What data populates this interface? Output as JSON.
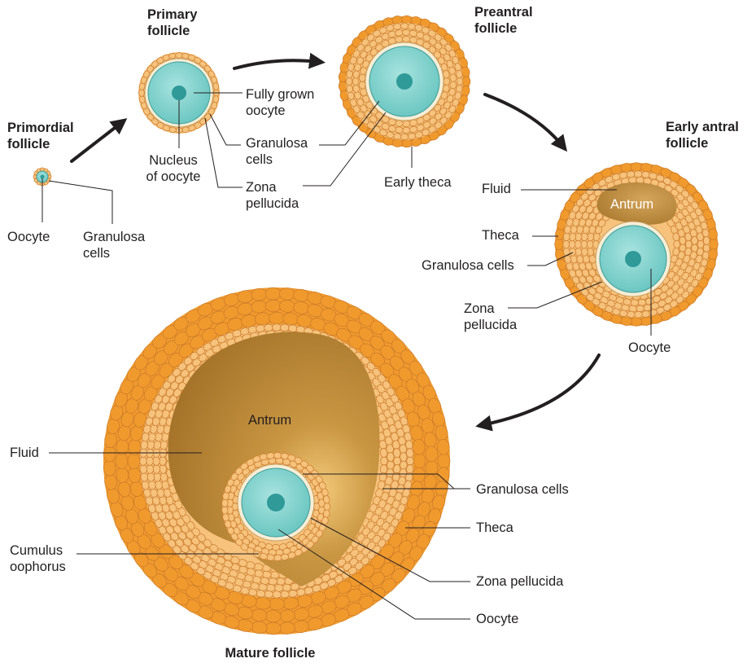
{
  "palette": {
    "theca": "#f09a2e",
    "granulosa": "#f6c27c",
    "cell_border": "#c8782a",
    "oocyte": "#7fd0cc",
    "nucleus": "#2f9a98",
    "zona": "#f8eed6",
    "antrum": "#b07d2a",
    "leader": "#231f20",
    "arrow": "#231f20"
  },
  "stages": {
    "primordial": {
      "title": "Primordial\nfollicle",
      "labels": {
        "oocyte": "Oocyte",
        "granulosa": "Granulosa\ncells"
      }
    },
    "primary": {
      "title": "Primary\nfollicle",
      "labels": {
        "oocyte": "Fully grown\noocyte",
        "granulosa": "Granulosa\ncells",
        "nucleus": "Nucleus\nof oocyte",
        "zona": "Zona\npellucida"
      }
    },
    "preantral": {
      "title": "Preantral\nfollicle",
      "labels": {
        "theca": "Early theca"
      }
    },
    "early_antral": {
      "title": "Early antral\nfollicle",
      "labels": {
        "fluid": "Fluid",
        "antrum": "Antrum",
        "theca": "Theca",
        "granulosa": "Granulosa cells",
        "zona": "Zona\npellucida",
        "oocyte": "Oocyte"
      }
    },
    "mature": {
      "title": "Mature follicle",
      "labels": {
        "antrum": "Antrum",
        "fluid": "Fluid",
        "cumulus": "Cumulus\noophorus",
        "granulosa": "Granulosa cells",
        "theca": "Theca",
        "zona": "Zona pellucida",
        "oocyte": "Oocyte"
      }
    }
  }
}
